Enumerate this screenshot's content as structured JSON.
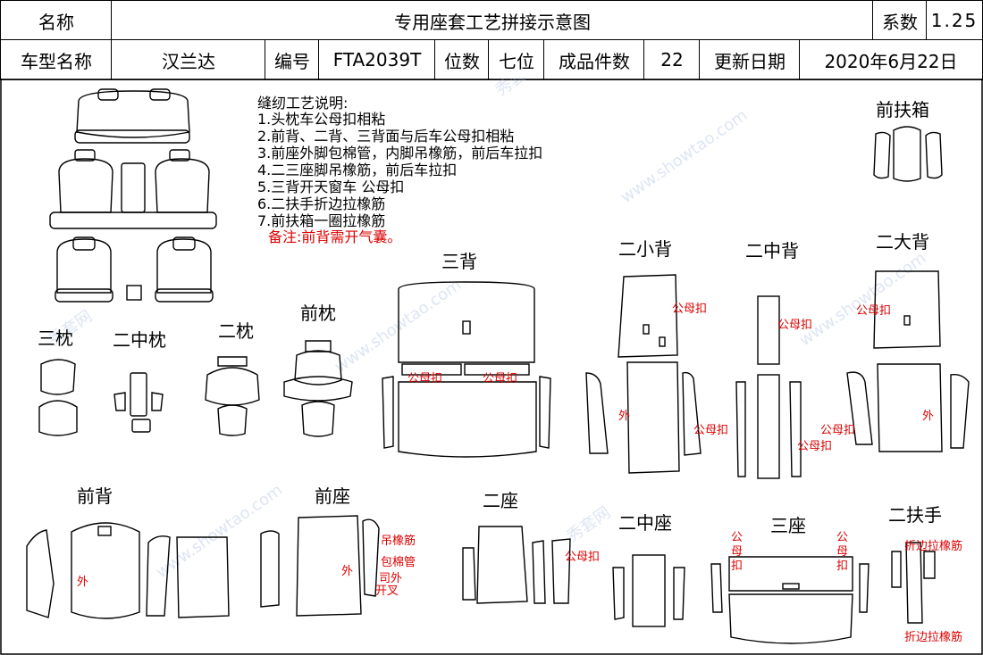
{
  "header": {
    "row1": {
      "name_label": "名称",
      "title": "专用座套工艺拼接示意图",
      "coef_label": "系数",
      "coef_value": "1.25"
    },
    "row2": {
      "model_label": "车型名称",
      "model_value": "汉兰达",
      "code_label": "编号",
      "code_value": "FTA2039T",
      "seats_label": "位数",
      "seats_value": "七位",
      "pieces_label": "成品件数",
      "pieces_value": "22",
      "date_label": "更新日期",
      "date_value": "2020年6月22日"
    }
  },
  "notes": {
    "title": "缝纫工艺说明:",
    "lines": [
      "1.头枕车公母扣相粘",
      "2.前背、二背、三背面与后车公母扣相粘",
      "3.前座外脚包棉管，内脚吊橡筋，前后车拉扣",
      "4.二三座脚吊橡筋，前后车拉扣",
      "5.三背开天窗车 公母扣",
      "6.二扶手折边拉橡筋",
      "7.前扶箱一圈拉橡筋"
    ],
    "remark": "备注:前背需开气囊。"
  },
  "labels": {
    "front_armbox": "前扶箱",
    "third_back": "三背",
    "second_small_back": "二小背",
    "second_mid_back": "二中背",
    "second_big_back": "二大背",
    "third_headrest": "三枕",
    "second_mid_headrest": "二中枕",
    "second_headrest": "二枕",
    "front_headrest": "前枕",
    "front_back": "前背",
    "front_seat": "前座",
    "second_seat": "二座",
    "second_mid_seat": "二中座",
    "third_seat": "三座",
    "second_armrest": "二扶手"
  },
  "annotations": {
    "snap": "公母扣",
    "outer": "外",
    "elastic": "吊橡筋",
    "cotton_tube": "包棉管",
    "driver_outer": "司外",
    "open_fork": "开叉",
    "fold_elastic": "折边拉橡筋",
    "snap_v1": "公",
    "snap_v2": "母",
    "snap_v3": "扣"
  },
  "watermark": {
    "text_cn": "秀套网",
    "text_en": "www.showtao.com"
  },
  "colors": {
    "annotation": "#dd0000",
    "line": "#000000",
    "watermark": "#9fb6e0"
  }
}
